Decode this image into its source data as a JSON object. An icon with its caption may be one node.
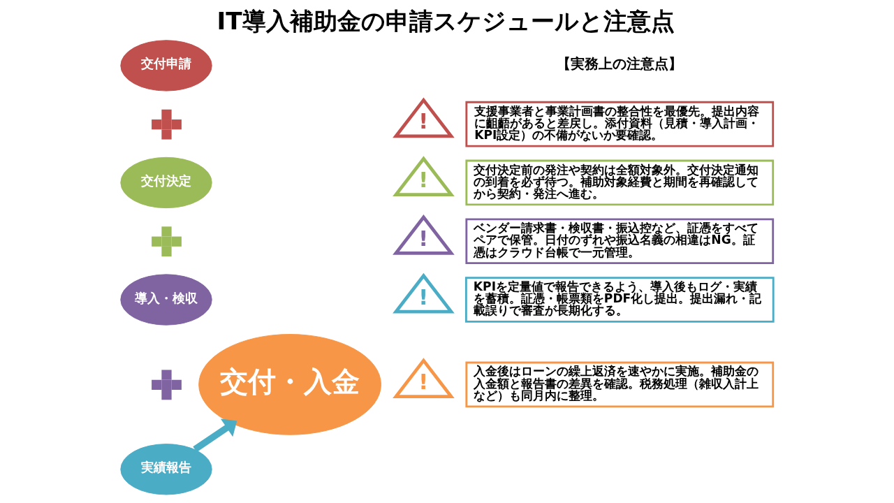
{
  "diagram": {
    "title": "IT導入補助金の申請スケジュールと注意点",
    "nodes": [
      {
        "text": [
          "交付申請"
        ]
      },
      {
        "text": [],
        "shape": "plus"
      },
      {
        "text": [
          "交付決定"
        ]
      },
      {
        "text": [],
        "shape": "plus"
      },
      {
        "text": [
          "導入・検収"
        ]
      },
      {
        "text": [],
        "shape": "plus"
      },
      {
        "text": [
          "実績報告"
        ]
      },
      {
        "text": [
          "交付・入金"
        ]
      },
      {
        "text": [
          "!"
        ]
      },
      {
        "text": [
          "支援事業者と事業計画書の整合性を最優先。提出内容に齟齬があると差戻し。添付資料（見積・導入計画・KPI設定）の不備がないか要確認。"
        ]
      },
      {
        "text": [
          "!"
        ]
      },
      {
        "text": [
          "交付決定前の発注や契約は全額対象外。交付決定通知の到着を必ず待つ。補助対象経費と期間を再確認してから契約・発注へ進む。"
        ]
      },
      {
        "text": [
          "!"
        ]
      },
      {
        "text": [
          "ベンダー請求書・検収書・振込控など、証憑をすべてペアで保管。日付のずれや振込名義の相違はNG。証憑はクラウド台帳で一元管理。"
        ]
      },
      {
        "text": [
          "!"
        ]
      },
      {
        "text": [
          "KPIを定量値で報告できるよう、導入後もログ・実績を蓄積。証憑・帳票類をPDF化し提出。提出漏れ・記載誤りで審査が長期化する。"
        ]
      },
      {
        "text": [
          "!"
        ]
      },
      {
        "text": [
          "入金後はローンの繰上返済を速やかに実施。補助金の入金額と報告書の差異を確認。税務処理（雑収入計上など）も同月内に整理。"
        ]
      }
    ],
    "edges": [
      {
        "from": 6,
        "to": 7,
        "arrow": "to",
        "color": "#4bacc6"
      }
    ],
    "labels": [
      "【実務上の注意点】"
    ]
  }
}
